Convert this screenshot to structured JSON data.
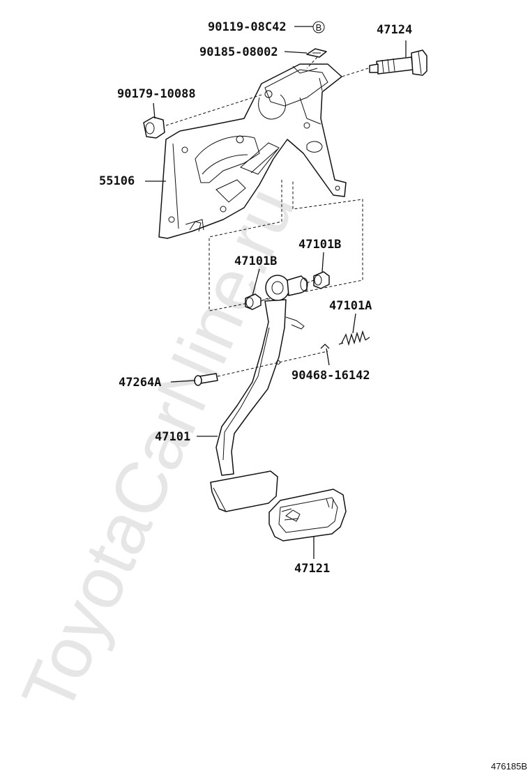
{
  "watermark": "ToyotaCarNine.ru",
  "diagram_code": "476185B",
  "callouts": {
    "p90119": "90119-08C42",
    "p90185": "90185-08002",
    "p47124": "47124",
    "p90179": "90179-10088",
    "p55106": "55106",
    "p47101B_right": "47101B",
    "p47101B_left": "47101B",
    "p47101A": "47101A",
    "p47264A": "47264A",
    "p90468": "90468-16142",
    "p47101": "47101",
    "p47121": "47121"
  },
  "marker_b": "B",
  "colors": {
    "line": "#111111",
    "watermark": "#e6e6e6",
    "background": "#ffffff"
  }
}
